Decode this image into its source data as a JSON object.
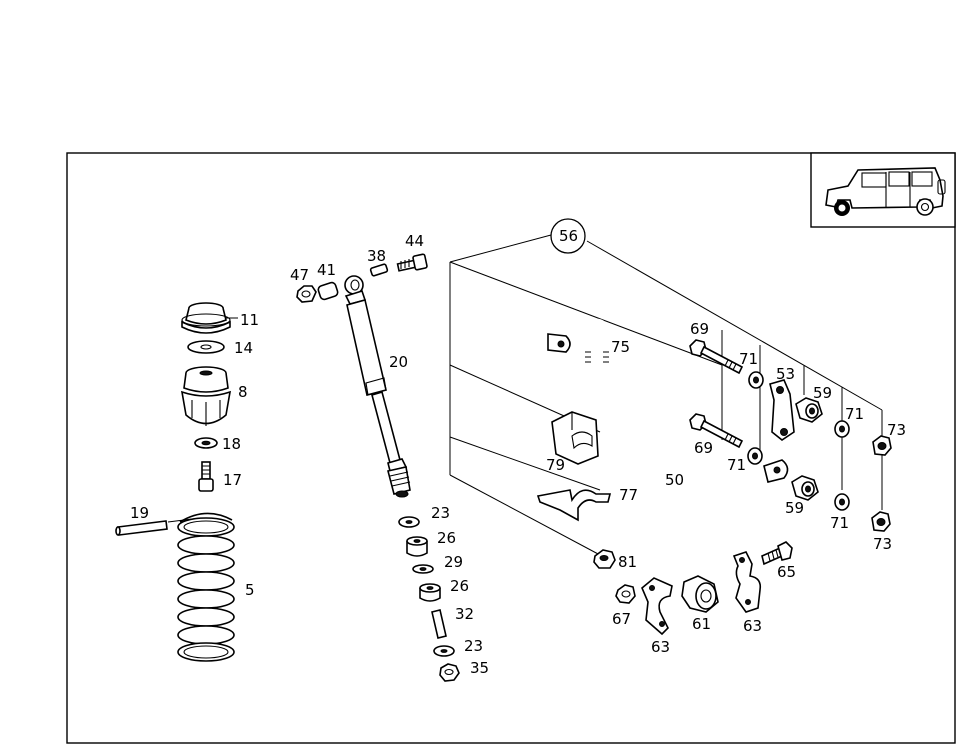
{
  "diagram": {
    "labels": {
      "p11": "11",
      "p14": "14",
      "p8": "8",
      "p18": "18",
      "p17": "17",
      "p19": "19",
      "p5": "5",
      "p47": "47",
      "p41": "41",
      "p38": "38",
      "p44": "44",
      "p20": "20",
      "p23a": "23",
      "p26a": "26",
      "p29": "29",
      "p26b": "26",
      "p32": "32",
      "p23b": "23",
      "p35": "35",
      "p56": "56",
      "p75": "75",
      "p79": "79",
      "p50": "50",
      "p77": "77",
      "p81": "81",
      "p69a": "69",
      "p69b": "69",
      "p71a": "71",
      "p71b": "71",
      "p53": "53",
      "p59a": "59",
      "p59b": "59",
      "p71c": "71",
      "p71d": "71",
      "p73a": "73",
      "p73b": "73",
      "p65": "65",
      "p67": "67",
      "p63a": "63",
      "p61": "61",
      "p63b": "63"
    }
  }
}
